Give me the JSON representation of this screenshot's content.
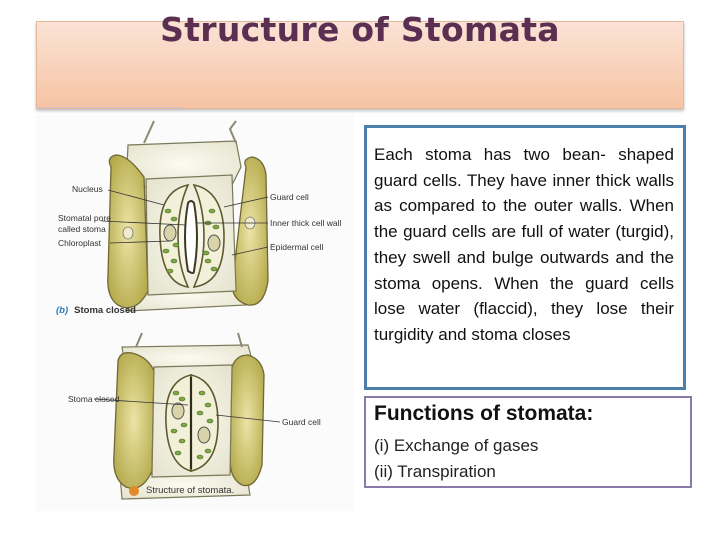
{
  "title": "Structure of Stomata",
  "figure": {
    "labels_open": {
      "nucleus": "Nucleus",
      "stomatal_pore": "Stomatal pore",
      "called_stoma": "called stoma",
      "chloroplast": "Chloroplast",
      "guard_cell": "Guard cell",
      "inner_wall": "Inner thick cell wall",
      "epidermal_cell": "Epidermal cell"
    },
    "subtitle_b": {
      "letter": "(b)",
      "text": "Stoma closed"
    },
    "labels_closed": {
      "stoma_closed": "Stoma closed",
      "guard_cell": "Guard cell"
    },
    "caption": "Structure of stomata."
  },
  "description": "Each stoma has two bean- shaped guard cells. They have inner thick walls as compared to the outer walls. When the guard cells are full of water (turgid), they swell and bulge outwards and the stoma opens. When the guard cells lose water (flaccid), they lose their turgidity and stoma closes",
  "functions": {
    "heading": "Functions of stomata:",
    "items": [
      "(i)  Exchange of gases",
      "(ii) Transpiration"
    ]
  },
  "colors": {
    "title_text": "#5a2f52",
    "desc_border": "#4d7fad",
    "func_border": "#8a7aa8",
    "guard_cell": "#c9bf6a",
    "chloroplast": "#6f9a3a"
  }
}
